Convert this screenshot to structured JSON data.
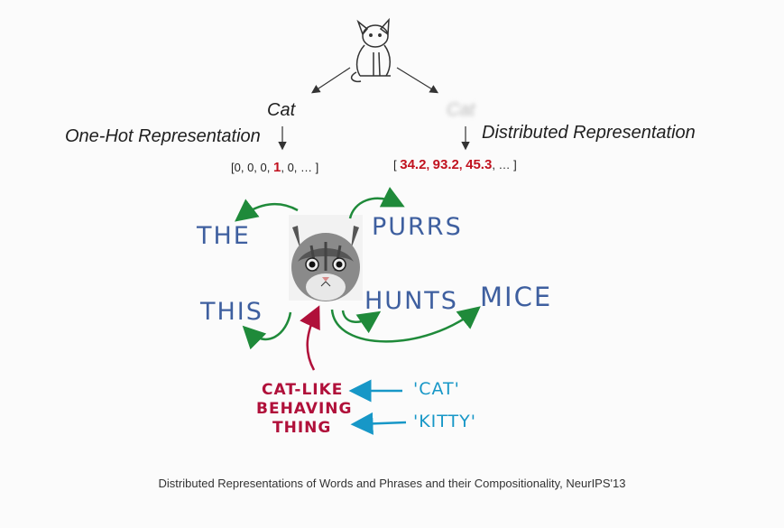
{
  "top": {
    "cat_left": "Cat",
    "cat_right_blurred": "Cat",
    "onehot_label": "One-Hot Representation",
    "distributed_label": "Distributed Representation",
    "onehot_vector": {
      "open": "[",
      "zeros_prefix": "0, 0, 0, ",
      "one": "1",
      "suffix": ", 0, … ]"
    },
    "distributed_vector": {
      "open": "[ ",
      "v1": "34.2",
      "sep1": ", ",
      "v2": "93.2",
      "sep2": ", ",
      "v3": "45.3",
      "suffix": ", … ]"
    }
  },
  "words": {
    "the": "THE",
    "purrs": "PURRS",
    "this": "THIS",
    "hunts": "HUNTS",
    "mice": "MICE"
  },
  "concept": {
    "line1": "CAT-LIKE",
    "line2": "BEHAVING",
    "line3": "THING"
  },
  "synonyms": {
    "cat": "'CAT'",
    "kitty": "'KITTY'"
  },
  "citation": "Distributed Representations of Words and Phrases and their Compositionality, NeurIPS'13",
  "colors": {
    "accent_red": "#c1121f",
    "word_blue": "#3e5f9f",
    "arrow_green": "#1f8a3a",
    "arrow_cyan": "#1797c7",
    "concept_red": "#b0103a"
  },
  "icons": [
    "cat-sketch-icon",
    "kitten-photo-icon"
  ]
}
